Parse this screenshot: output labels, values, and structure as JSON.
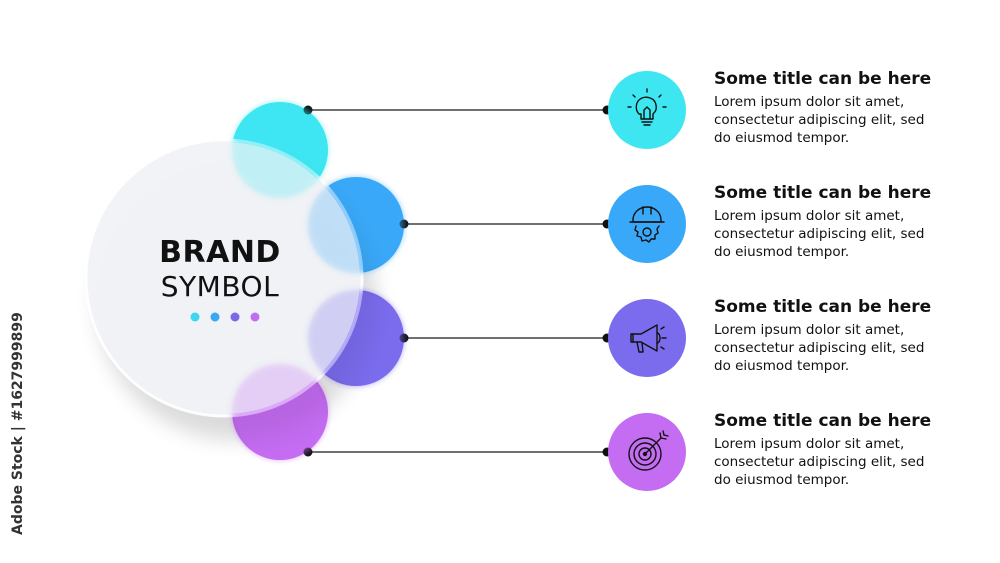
{
  "brand": {
    "title": "BRAND",
    "subtitle": "SYMBOL",
    "dot_colors": [
      "#3ed6f0",
      "#3aa6f4",
      "#7a6ae6",
      "#c06ef0"
    ]
  },
  "steps": [
    {
      "title": "Some title can be here",
      "description": "Lorem ipsum dolor sit amet, consectetur adipiscing elit, sed do eiusmod tempor.",
      "icon": "lightbulb-icon",
      "color": "#3ee6f2"
    },
    {
      "title": "Some title can be here",
      "description": "Lorem ipsum dolor sit amet, consectetur adipiscing elit, sed do eiusmod tempor.",
      "icon": "hardhat-gear-icon",
      "color": "#3aa8f8"
    },
    {
      "title": "Some title can be here",
      "description": "Lorem ipsum dolor sit amet, consectetur adipiscing elit, sed do eiusmod tempor.",
      "icon": "megaphone-icon",
      "color": "#7b6cee"
    },
    {
      "title": "Some title can be here",
      "description": "Lorem ipsum dolor sit amet, consectetur adipiscing elit, sed do eiusmod tempor.",
      "icon": "target-arrow-icon",
      "color": "#c46cf2"
    }
  ],
  "stock_label": "Adobe Stock | #1627999899"
}
